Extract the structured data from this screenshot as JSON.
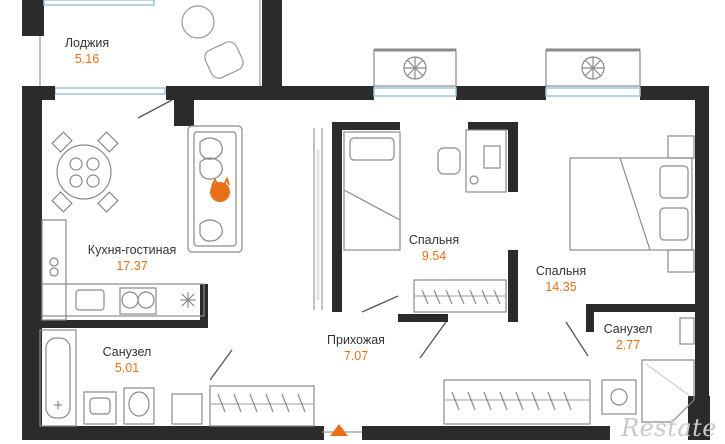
{
  "rooms": {
    "loggia": {
      "name": "Лоджия",
      "area": "5.16"
    },
    "kitchen": {
      "name": "Кухня-гостиная",
      "area": "17.37"
    },
    "bedroom1": {
      "name": "Спальня",
      "area": "9.54"
    },
    "bedroom2": {
      "name": "Спальня",
      "area": "14.35"
    },
    "hallway": {
      "name": "Прихожая",
      "area": "7.07"
    },
    "bath1": {
      "name": "Санузел",
      "area": "5.01"
    },
    "bath2": {
      "name": "Санузел",
      "area": "2.77"
    }
  },
  "watermark": "Restate",
  "colors": {
    "wall": "#2b2b2b",
    "line": "#9a9a9a",
    "accent": "#e8701a",
    "window": "#9fc3d6",
    "label": "#333333"
  }
}
